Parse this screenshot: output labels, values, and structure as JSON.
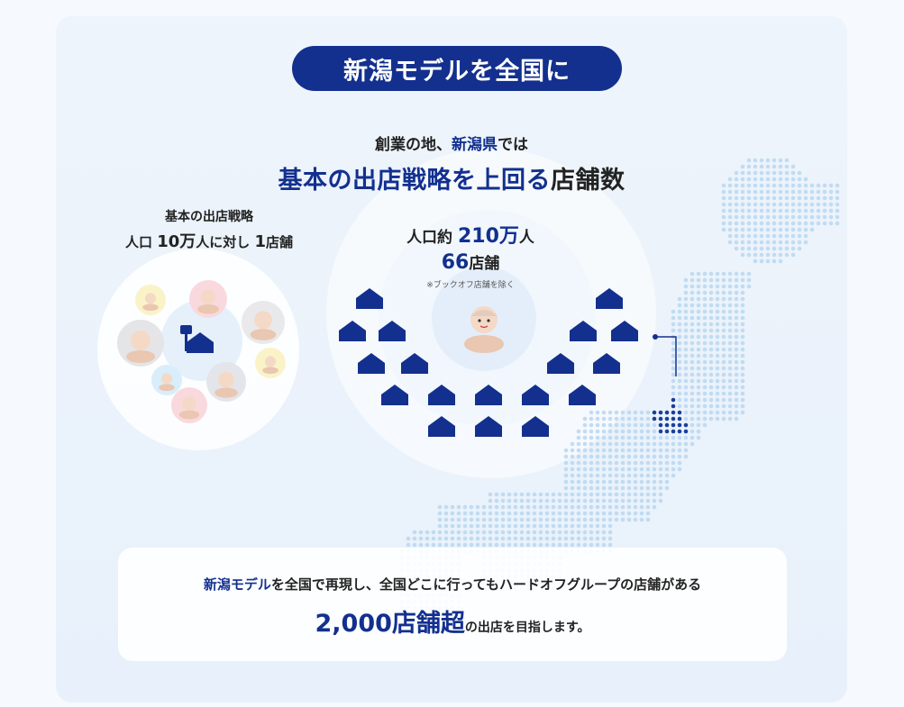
{
  "title": "新潟モデルを全国に",
  "headline": {
    "line1_prefix": "創業の地、",
    "line1_highlight": "新潟県",
    "line1_suffix": "では",
    "line2_highlight": "基本の出店戦略を上回る",
    "line2_suffix": "店舗数"
  },
  "left": {
    "caption": "基本の出店戦略",
    "pop_prefix": "人口 ",
    "pop_number": "10万",
    "pop_mid": "人に対し ",
    "pop_count": "1",
    "pop_suffix": "店舗"
  },
  "middle": {
    "pop_prefix": "人口約 ",
    "pop_number": "210万",
    "pop_suffix": "人",
    "stores_number": "66",
    "stores_suffix": "店舗",
    "note": "※ブックオフ店舗を除く"
  },
  "bottom": {
    "line1_highlight": "新潟モデル",
    "line1_rest": "を全国で再現し、全国どこに行ってもハードオフグループの店舗がある",
    "line2_highlight": "2,000店舗超",
    "line2_rest": "の出店を目指します。"
  },
  "colors": {
    "brand_blue": "#13308f",
    "map_dot_light": "#b9d7f0",
    "map_dot_highlight": "#1a3f9e",
    "house": "#13308f"
  },
  "icons": [
    "house-icon",
    "person-icon",
    "store-sign-icon",
    "japan-map-dots"
  ]
}
